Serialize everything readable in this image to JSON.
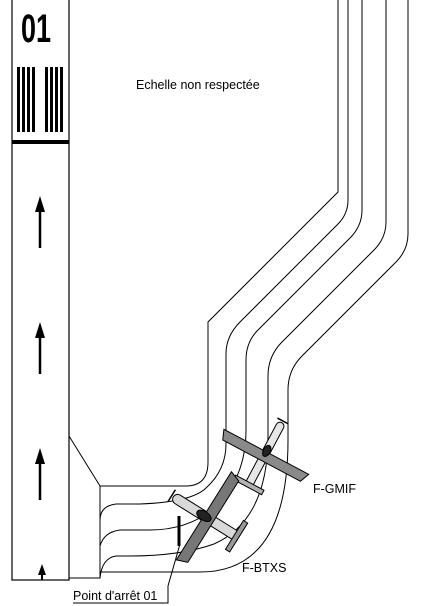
{
  "diagram": {
    "runway_number": "01",
    "scale_note": "Echelle non respectée",
    "aircraft": [
      {
        "registration": "F-GMIF"
      },
      {
        "registration": "F-BTXS"
      }
    ],
    "holding_point_label": "Point d'arrêt 01"
  }
}
